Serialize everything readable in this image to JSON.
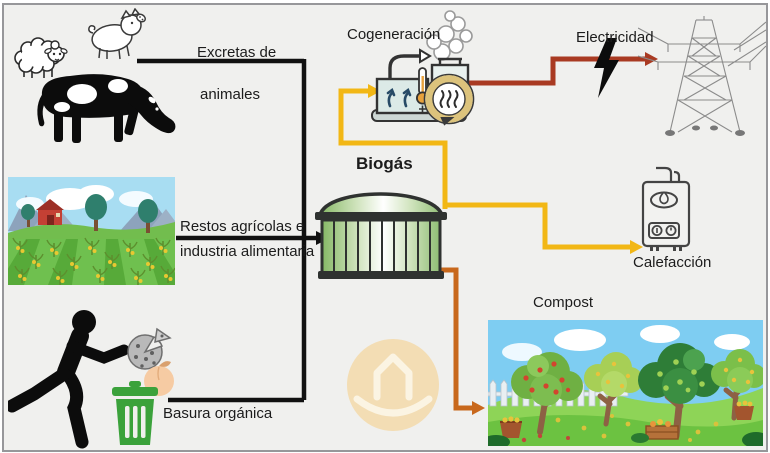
{
  "labels": {
    "excretas_line1": "Excretas de",
    "excretas_line2": "animales",
    "restos_line1": "Restos agrícolas e",
    "restos_line2": "industria alimentaria",
    "basura": "Basura orgánica",
    "biogas": "Biogás",
    "cogeneracion": "Cogeneración",
    "electricidad": "Electricidad",
    "calefaccion": "Calefacción",
    "compost": "Compost"
  },
  "colors": {
    "background": "#f0f0ee",
    "frame_border": "#97979a",
    "arrow_black": "#111111",
    "arrow_yellow": "#f2b715",
    "arrow_red": "#a93a22",
    "arrow_orange": "#c8681c",
    "trash_green": "#3ba23b",
    "watermark_tan": "#f3ddb4",
    "digester_green": "#86b866"
  },
  "nodes": [
    {
      "id": "excretas-de-animales",
      "kind": "input",
      "icons": [
        "sheep-icon",
        "pig-icon",
        "cow-icon"
      ]
    },
    {
      "id": "restos-agricolas",
      "kind": "input",
      "icons": [
        "farm-field-illustration"
      ]
    },
    {
      "id": "basura-organica",
      "kind": "input",
      "icons": [
        "running-person-icon",
        "pizza-icon",
        "peach-icon",
        "trash-can-icon"
      ]
    },
    {
      "id": "biogas",
      "kind": "process",
      "icons": [
        "biogas-digester-icon"
      ]
    },
    {
      "id": "cogeneracion",
      "kind": "process",
      "icons": [
        "cogeneration-unit-icon",
        "smoke-icon",
        "heat-cycle-icon"
      ]
    },
    {
      "id": "electricidad",
      "kind": "output",
      "icons": [
        "lightning-bolt-icon",
        "power-pylon-icon"
      ]
    },
    {
      "id": "calefaccion",
      "kind": "output",
      "icons": [
        "water-heater-icon"
      ]
    },
    {
      "id": "compost",
      "kind": "output",
      "icons": [
        "orchard-illustration"
      ]
    }
  ],
  "connections": [
    {
      "from": "excretas-de-animales",
      "to": "biogas",
      "color": "black"
    },
    {
      "from": "restos-agricolas",
      "to": "biogas",
      "color": "black"
    },
    {
      "from": "basura-organica",
      "to": "biogas",
      "color": "black"
    },
    {
      "from": "biogas",
      "to": "cogeneracion",
      "color": "yellow"
    },
    {
      "from": "biogas",
      "to": "calefaccion",
      "color": "yellow"
    },
    {
      "from": "cogeneracion",
      "to": "electricidad",
      "color": "red"
    },
    {
      "from": "biogas",
      "to": "compost",
      "color": "orange"
    }
  ]
}
